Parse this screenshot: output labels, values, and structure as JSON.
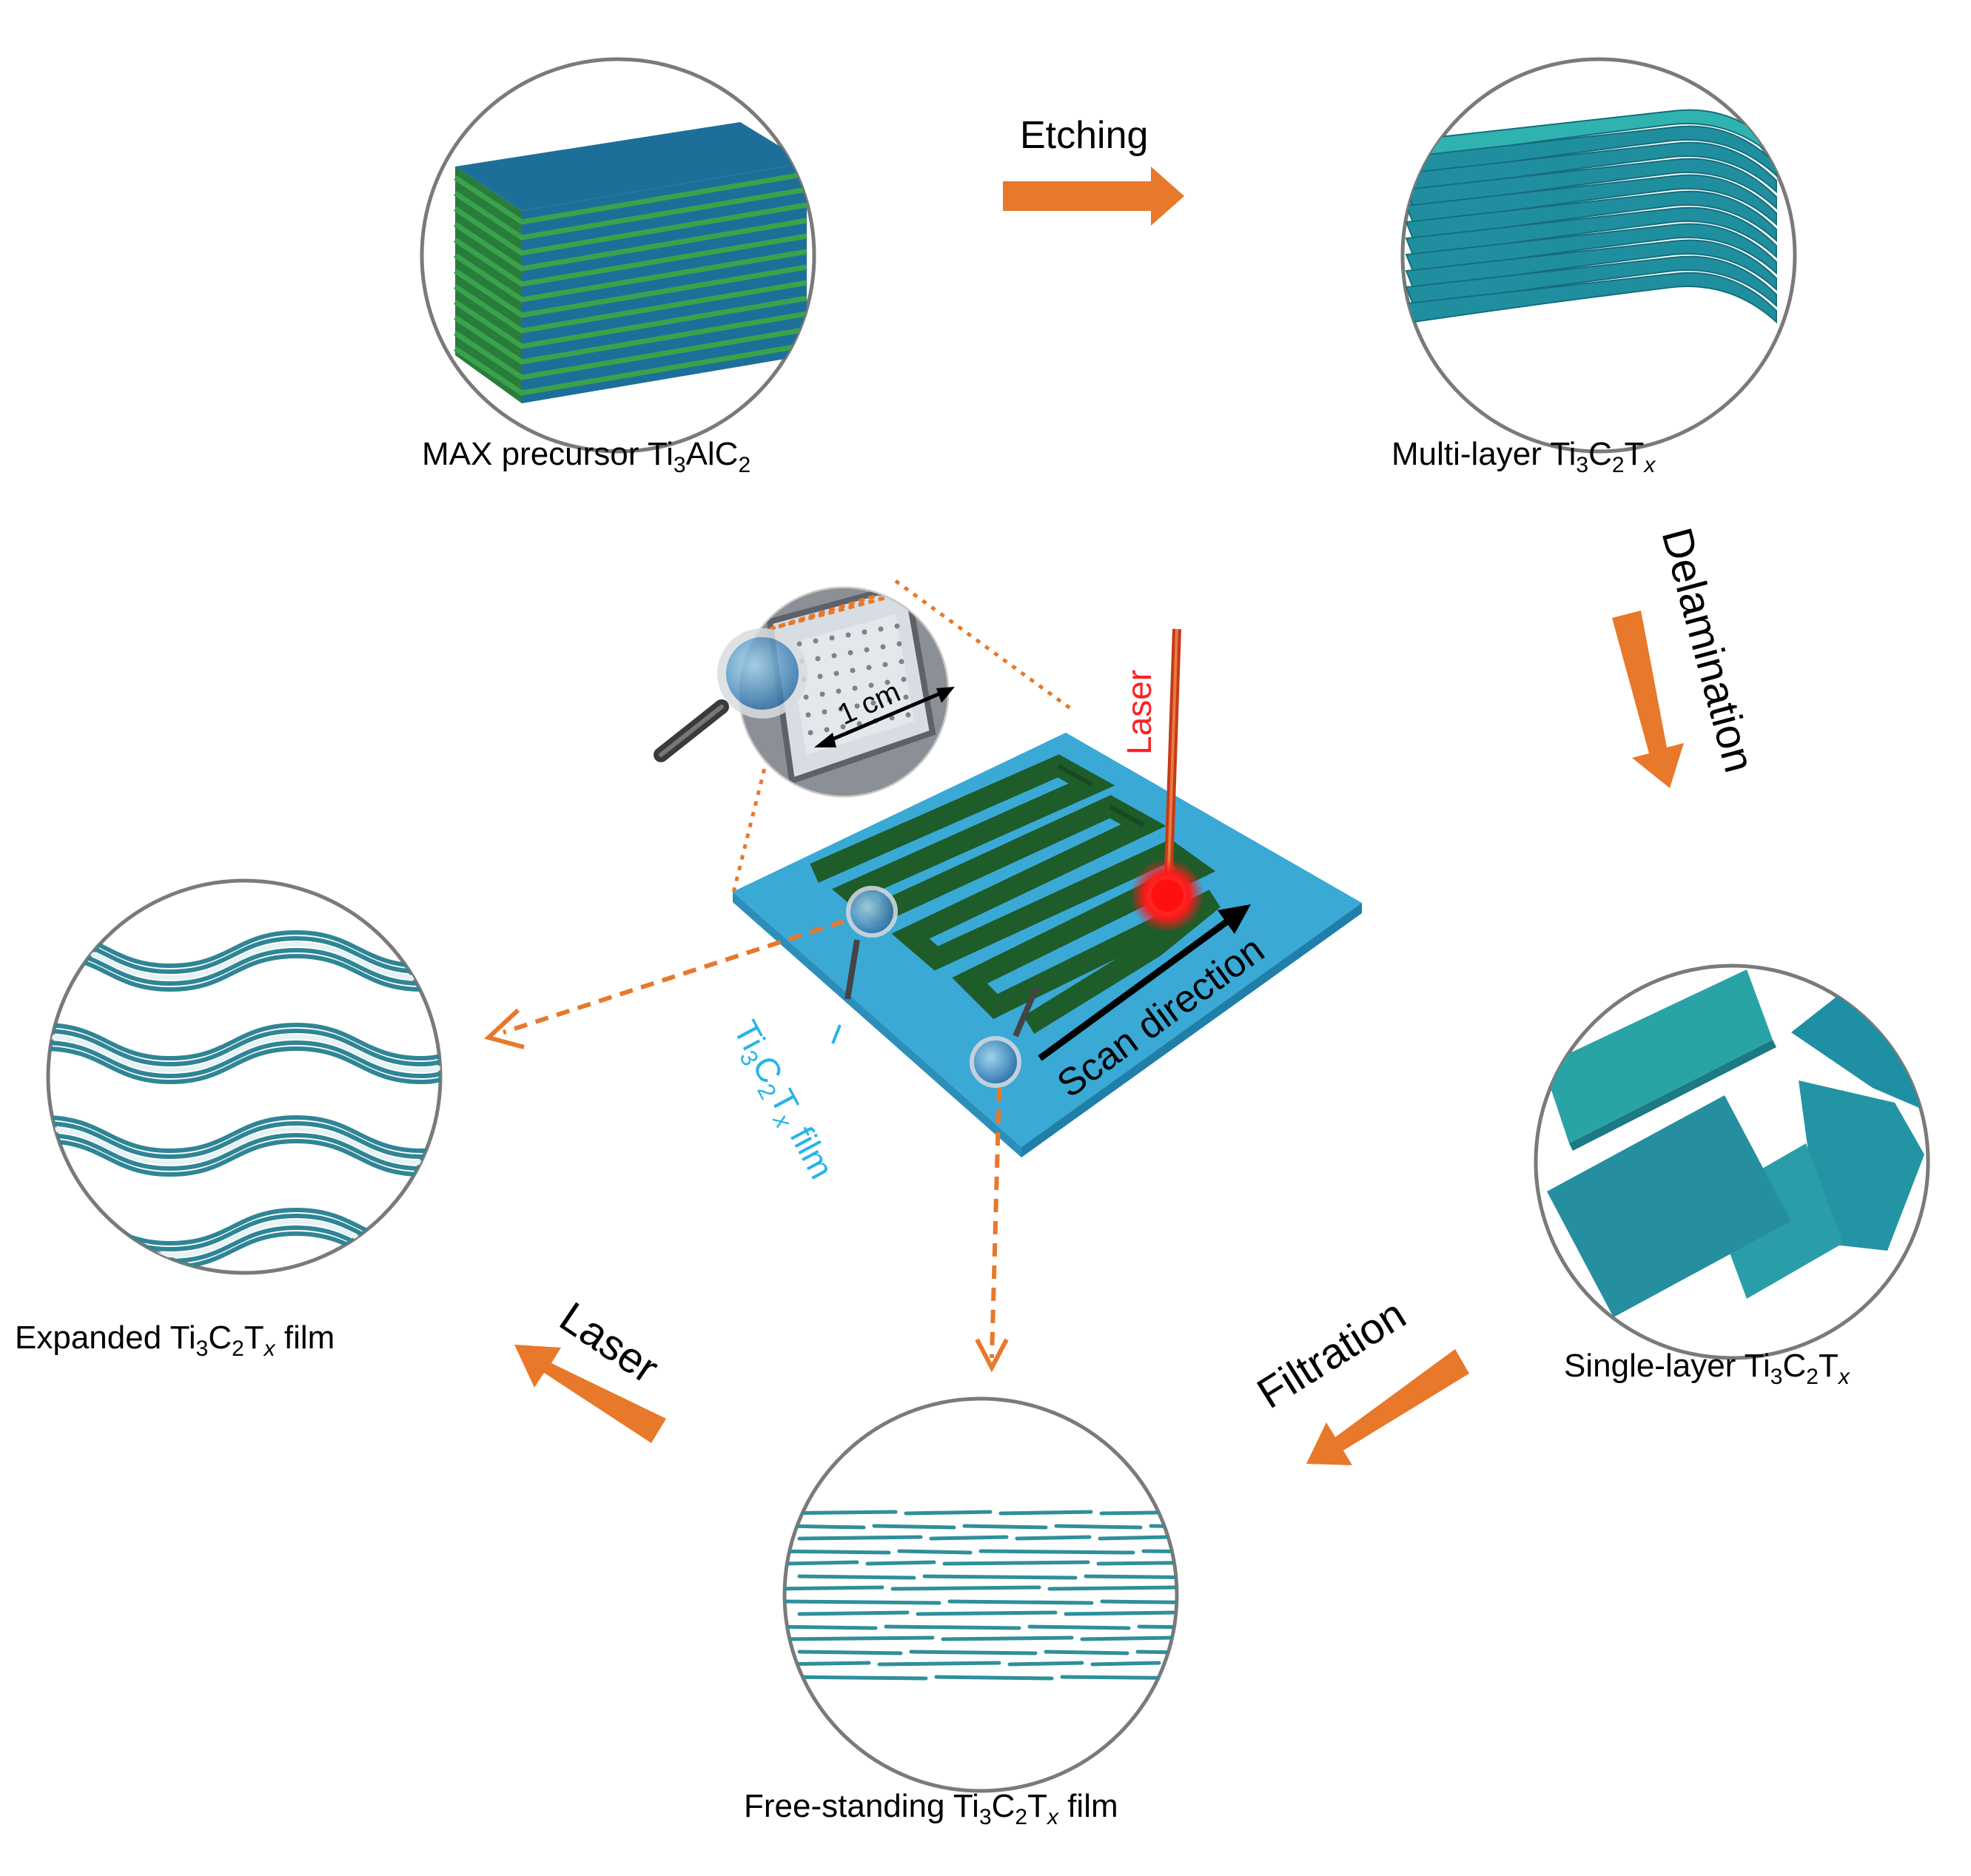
{
  "labels": {
    "max_main": "MAX precursor  Ti",
    "max_sub1": "3",
    "max_mid": "AlC",
    "max_sub2": "2",
    "multi_main": "Multi-layer  Ti",
    "multi_sub1": "3",
    "multi_c": "C",
    "multi_sub2": "2",
    "multi_t": "T",
    "multi_x": "x",
    "single_main": "Single-layer  Ti",
    "single_sub1": "3",
    "single_c": "C",
    "single_sub2": "2",
    "single_t": "T",
    "single_x": "x",
    "free_main": "Free-standing  Ti",
    "free_sub1": "3",
    "free_c": "C",
    "free_sub2": "2",
    "free_t": "T",
    "free_x": "x",
    "free_end": " film",
    "exp_main": "Expanded  Ti",
    "exp_sub1": "3",
    "exp_c": "C",
    "exp_sub2": "2",
    "exp_t": "T",
    "exp_x": "x",
    "exp_end": " film"
  },
  "steps": {
    "etching": "Etching",
    "delamination": "Delamination",
    "filtration": "Filtration",
    "laser": "Laser"
  },
  "device": {
    "laser_beam": "Laser",
    "scan_direction": "Scan direction",
    "scale": "1 cm",
    "film_ti": "Ti",
    "film_sub1": "3",
    "film_c": "C",
    "film_sub2": "2",
    "film_t": "T",
    "film_x": "x",
    "film_end": " film"
  },
  "colors": {
    "arrow": "#e8782a",
    "teal": "#2a9aa8",
    "max_top": "#1d6f9a",
    "max_stripe": "#3aa24a",
    "substrate": "#3aa9d6",
    "electrode": "#1e5c2a",
    "laser": "#ff2020",
    "film_label": "#26b4e8"
  }
}
